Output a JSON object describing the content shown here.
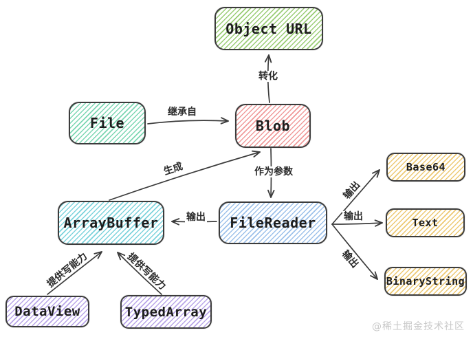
{
  "diagram": {
    "nodes": {
      "object_url": "Object URL",
      "file": "File",
      "blob": "Blob",
      "array_buffer": "ArrayBuffer",
      "file_reader": "FileReader",
      "base64": "Base64",
      "text": "Text",
      "binary_string": "BinaryString",
      "data_view": "DataView",
      "typed_array": "TypedArray"
    },
    "edge_labels": {
      "transform": "转化",
      "inherits_from": "继承自",
      "generate": "生成",
      "as_parameter": "作为参数",
      "output_arraybuffer": "输出",
      "output_base64": "输出",
      "output_text": "输出",
      "output_binarystring": "输出",
      "write_capability_dataview": "提供写能力",
      "write_capability_typedarray": "提供写能力"
    },
    "watermark": "@稀土掘金技术社区"
  },
  "colors": {
    "hatch-green": "#99cc74",
    "hatch-teal": "#7bd6b2",
    "hatch-red": "#f09a9a",
    "hatch-cyan": "#7cd3dc",
    "hatch-blue": "#9dc1ea",
    "hatch-yellow": "#edc973",
    "hatch-purple": "#b8a5e8",
    "stroke": "#3b3b3b",
    "watermark": "#c8c8c8"
  }
}
